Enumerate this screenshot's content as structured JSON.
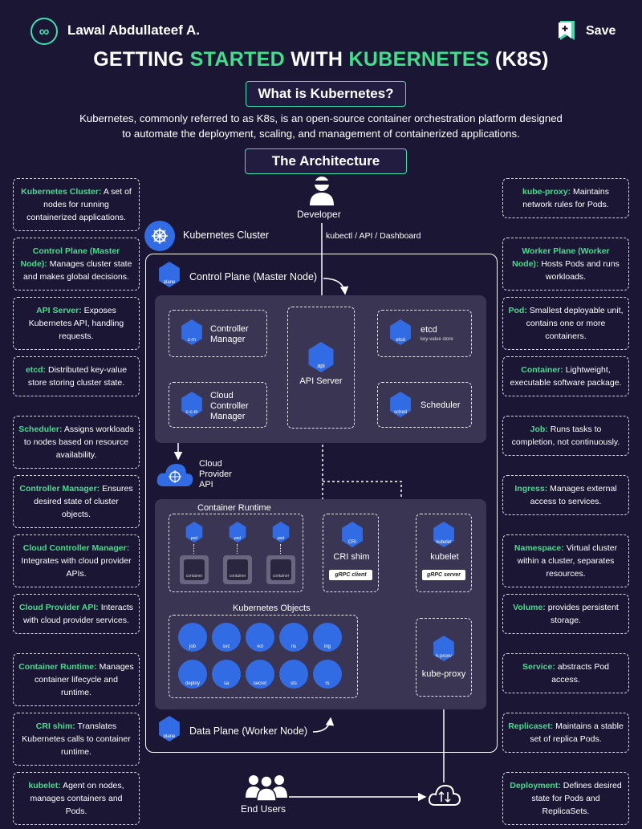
{
  "header": {
    "author": "Lawal Abdullateef A.",
    "save_label": "Save",
    "title_part1": "GETTING ",
    "title_part2": "STARTED",
    "title_part3": " WITH ",
    "title_part4": "KUBERNETES",
    "title_part5": " (K8S)"
  },
  "sections": {
    "what_is": "What is Kubernetes?",
    "intro_line1": "Kubernetes, commonly referred to as K8s, is an open-source container orchestration platform designed",
    "intro_line2": "to automate the deployment, scaling, and management of containerized applications.",
    "architecture": "The Architecture"
  },
  "left_cards": [
    {
      "title": "Kubernetes Cluster:",
      "text": "A set of nodes for running containerized applications."
    },
    {
      "title": "Control Plane (Master Node):",
      "text": "Manages cluster state and makes global decisions."
    },
    {
      "title": "API Server:",
      "text": "Exposes Kubernetes API, handling requests."
    },
    {
      "title": "etcd:",
      "text": "Distributed key-value store storing cluster state."
    },
    {
      "title": "Scheduler:",
      "text": "Assigns workloads to nodes based on resource availability."
    },
    {
      "title": "Controller Manager:",
      "text": "Ensures desired state of cluster objects."
    },
    {
      "title": "Cloud Controller Manager:",
      "text": "Integrates with cloud provider APIs."
    },
    {
      "title": "Cloud Provider API:",
      "text": "Interacts with cloud provider services."
    },
    {
      "title": "Container Runtime:",
      "text": "Manages container lifecycle and runtime."
    },
    {
      "title": "CRI shim:",
      "text": "Translates Kubernetes calls to container runtime."
    },
    {
      "title": "kubelet:",
      "text": "Agent on nodes, manages containers and Pods."
    }
  ],
  "right_cards": [
    {
      "title": "kube-proxy:",
      "text": "Maintains network rules for Pods."
    },
    {
      "title": "Worker Plane (Worker Node):",
      "text": "Hosts Pods and runs workloads."
    },
    {
      "title": "Pod:",
      "text": "Smallest deployable unit, contains one or more containers."
    },
    {
      "title": "Container:",
      "text": "Lightweight, executable software package."
    },
    {
      "title": "Job:",
      "text": "Runs tasks to completion, not continuously."
    },
    {
      "title": "Ingress:",
      "text": "Manages external access to services."
    },
    {
      "title": "Namespace:",
      "text": "Virtual cluster within a cluster, separates resources."
    },
    {
      "title": "Volume:",
      "text": "provides persistent storage."
    },
    {
      "title": "Service:",
      "text": "abstracts Pod access."
    },
    {
      "title": "Replicaset:",
      "text": "Maintains a stable set of replica Pods."
    },
    {
      "title": "Deployment:",
      "text": "Defines desired state for Pods and ReplicaSets."
    }
  ],
  "diagram": {
    "developer": "Developer",
    "dev_access": "kubectl / API / Dashboard",
    "cluster": "Kubernetes Cluster",
    "control_plane": "Control Plane (Master Node)",
    "plane_icon": "plane",
    "controller_manager": "Controller Manager",
    "cm_icon": "c-m",
    "api_server": "API Server",
    "api_icon": "api",
    "etcd": "etcd",
    "etcd_sub": "key-value store",
    "etcd_icon": "etcd",
    "cloud_controller_manager": "Cloud Controller Manager",
    "ccm_icon": "c-c-m",
    "scheduler": "Scheduler",
    "sched_icon": "sched",
    "cloud_provider_api": "Cloud Provider API",
    "container_runtime": "Container Runtime",
    "pod_icon": "pod",
    "container_icon": "container",
    "cri_shim": "CRI shim",
    "cri_icon": "CRI",
    "grpc_client": "gRPC client",
    "kubelet": "kubelet",
    "kubelet_icon": "kubelet",
    "grpc_server": "gRPC server",
    "kubernetes_objects": "Kubernetes Objects",
    "objects": [
      "job",
      "svc",
      "vol",
      "ns",
      "ing",
      "deploy",
      "sa",
      "secret",
      "sts",
      "rs"
    ],
    "kube_proxy": "kube-proxy",
    "kproxy_icon": "k-proxy",
    "data_plane": "Data Plane (Worker Node)",
    "end_users": "End Users"
  },
  "colors": {
    "background": "#1b1634",
    "accent_green": "#3fe08a",
    "accent_teal": "#3fe0b0",
    "k8s_blue": "#326ce5",
    "panel": "#3a3553"
  }
}
